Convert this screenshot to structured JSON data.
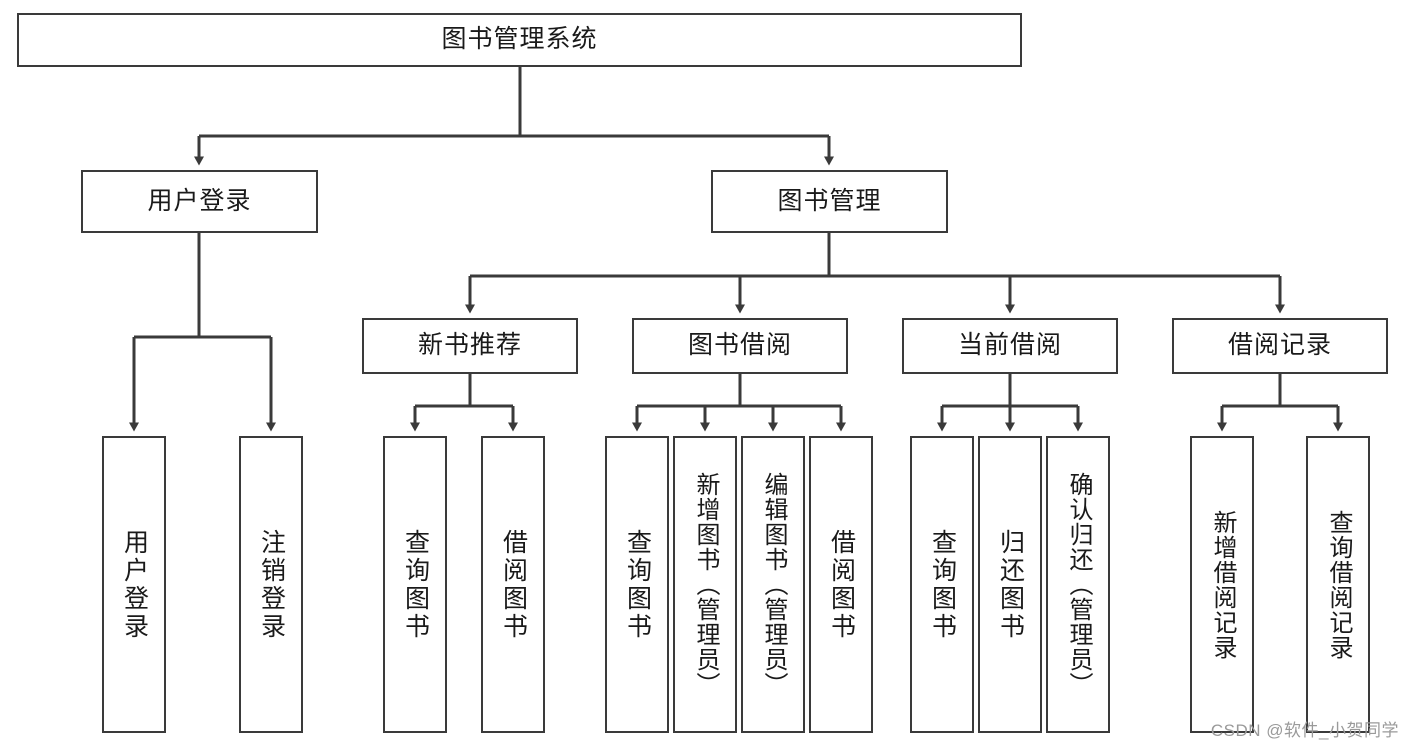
{
  "diagram": {
    "type": "tree-hierarchy",
    "title": "图书管理系统",
    "stroke_color": "#3a3a3a",
    "text_color": "#1a1a1a",
    "background": "#ffffff",
    "nodes": {
      "root": {
        "label": "图书管理系统",
        "level": 0
      },
      "user_login": {
        "label": "用户登录",
        "level": 1
      },
      "book_manage": {
        "label": "图书管理",
        "level": 1
      },
      "new_book_rec": {
        "label": "新书推荐",
        "level": 2
      },
      "book_borrow": {
        "label": "图书借阅",
        "level": 2
      },
      "current_borrow": {
        "label": "当前借阅",
        "level": 2
      },
      "borrow_record": {
        "label": "借阅记录",
        "level": 2
      },
      "leaf_user_login": {
        "label": "用户登录",
        "level": 3
      },
      "leaf_user_logout": {
        "label": "注销登录",
        "level": 3
      },
      "leaf_rec_query": {
        "label": "查询图书",
        "level": 3
      },
      "leaf_rec_borrow": {
        "label": "借阅图书",
        "level": 3
      },
      "leaf_borrow_query": {
        "label": "查询图书",
        "level": 3
      },
      "leaf_borrow_add": {
        "label": "新增图书（管理员）",
        "level": 3
      },
      "leaf_borrow_edit": {
        "label": "编辑图书（管理员）",
        "level": 3
      },
      "leaf_borrow_do": {
        "label": "借阅图书",
        "level": 3
      },
      "leaf_cur_query": {
        "label": "查询图书",
        "level": 3
      },
      "leaf_cur_return": {
        "label": "归还图书",
        "level": 3
      },
      "leaf_cur_confirm": {
        "label": "确认归还（管理员）",
        "level": 3
      },
      "leaf_rec_add": {
        "label": "新增借阅记录",
        "level": 3
      },
      "leaf_rec_search": {
        "label": "查询借阅记录",
        "level": 3
      }
    }
  },
  "watermark": {
    "text": "CSDN @软件_小贺同学"
  }
}
